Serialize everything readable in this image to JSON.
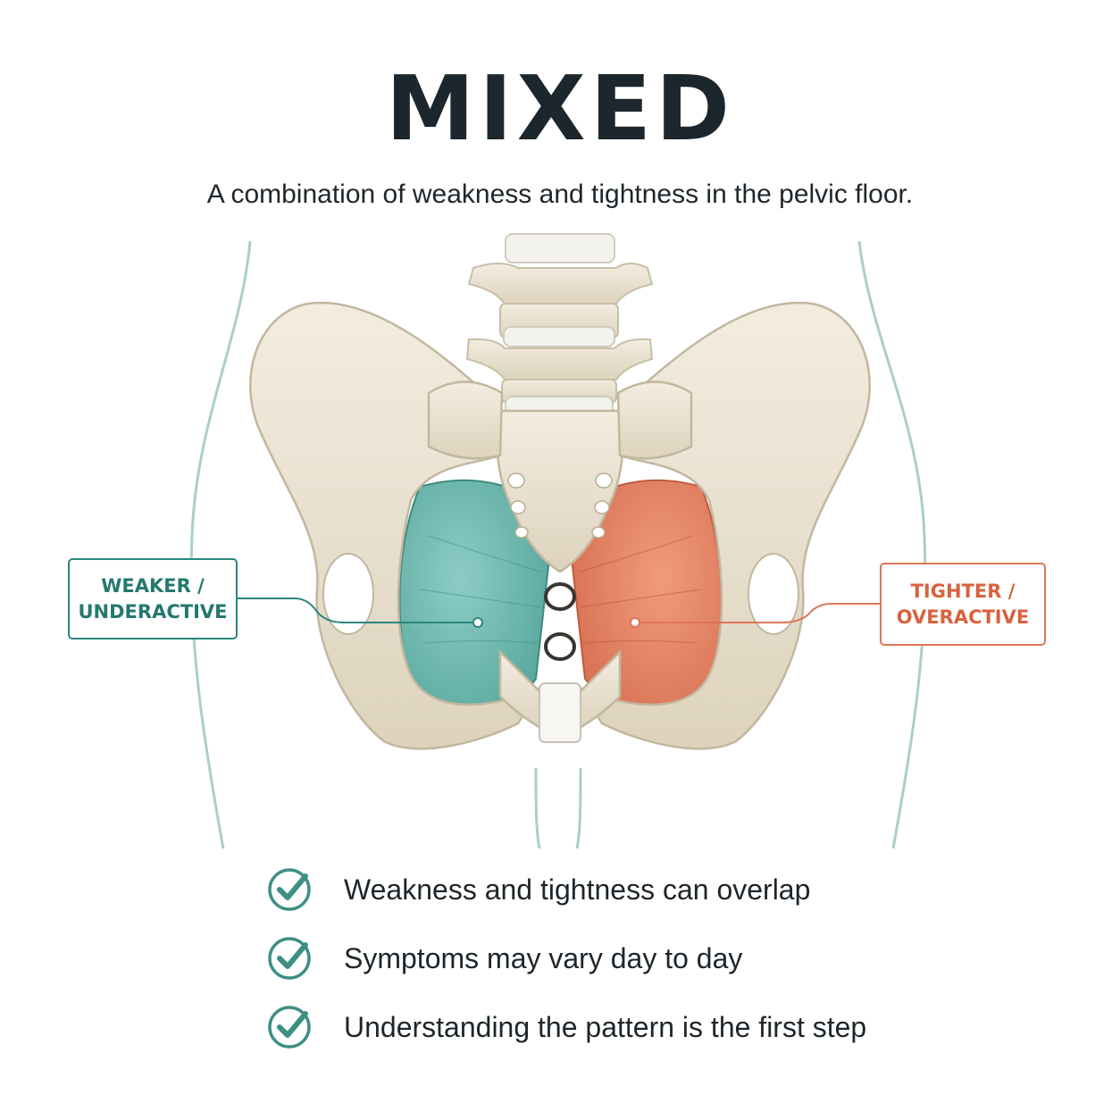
{
  "title": "MIXED",
  "subtitle": "A combination of weakness and tightness in the pelvic floor.",
  "callouts": {
    "left": {
      "line1": "WEAKER /",
      "line2": "UNDERACTIVE",
      "color": "#2b877d"
    },
    "right": {
      "line1": "TIGHTER /",
      "line2": "OVERACTIVE",
      "color": "#de7556"
    }
  },
  "checklist": [
    {
      "text": "Weakness and tightness can overlap",
      "icon": "checkmark-circle-icon"
    },
    {
      "text": "Symptoms may vary day to day",
      "icon": "checkmark-circle-icon"
    },
    {
      "text": "Understanding the pattern is the first step",
      "icon": "checkmark-circle-icon"
    }
  ],
  "colors": {
    "bone": "#e9e1cf",
    "teal_muscle": "#6fb9b0",
    "coral_muscle": "#e58462",
    "body_outline": "#a9cfc9",
    "title_text": "#1c262d"
  }
}
